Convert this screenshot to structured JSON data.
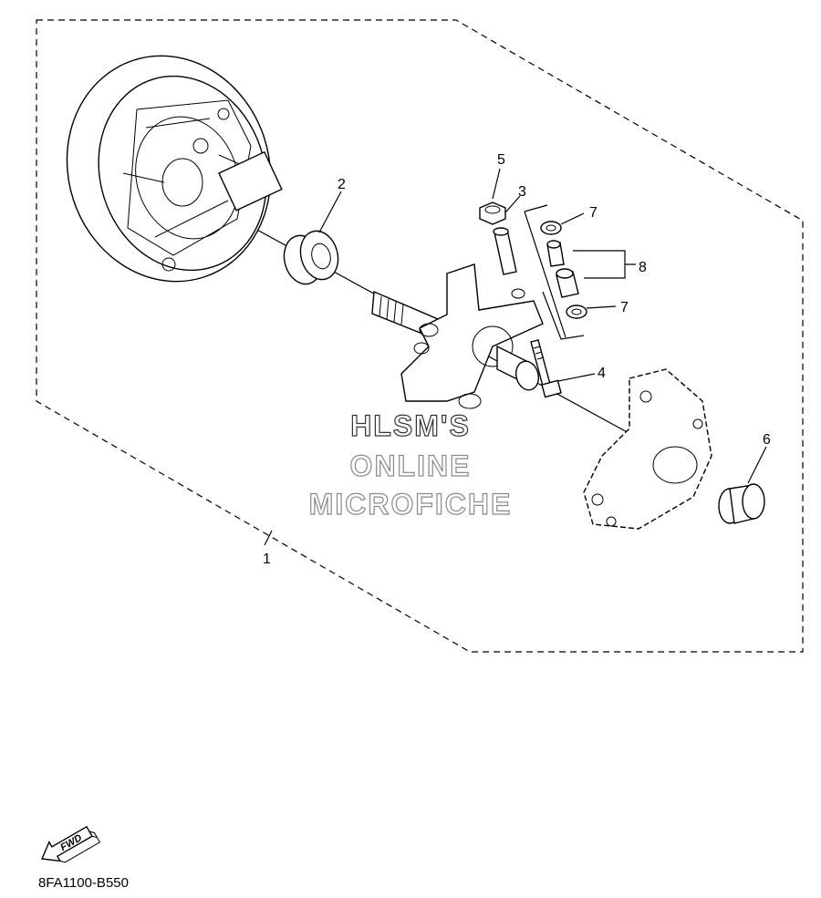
{
  "callouts": [
    {
      "num": "1"
    },
    {
      "num": "2"
    },
    {
      "num": "3"
    },
    {
      "num": "4"
    },
    {
      "num": "5"
    },
    {
      "num": "6"
    },
    {
      "num": "7"
    },
    {
      "num": "7"
    },
    {
      "num": "8"
    }
  ],
  "watermark": {
    "line1": "HLSM'S",
    "line2": "ONLINE",
    "line3": "MICROFICHE"
  },
  "fwd_label": "FWD",
  "diagram_code": "8FA1100-B550",
  "icons": [
    "fwd-arrow-icon"
  ]
}
